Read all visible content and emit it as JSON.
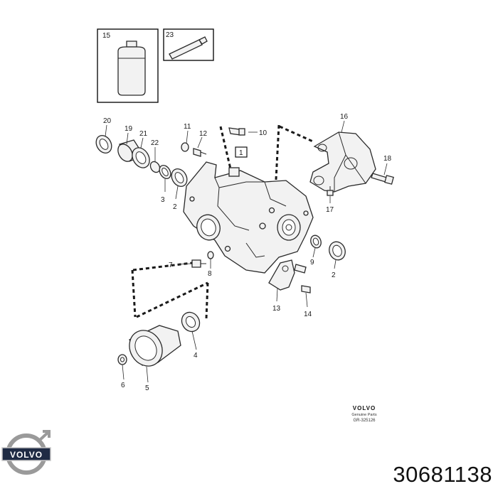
{
  "callouts": [
    {
      "id": "c15",
      "text": "15"
    },
    {
      "id": "c23",
      "text": "23"
    },
    {
      "id": "c20",
      "text": "20"
    },
    {
      "id": "c19",
      "text": "19"
    },
    {
      "id": "c21",
      "text": "21"
    },
    {
      "id": "c22",
      "text": "22"
    },
    {
      "id": "c11",
      "text": "11"
    },
    {
      "id": "c12",
      "text": "12"
    },
    {
      "id": "c10",
      "text": "10"
    },
    {
      "id": "c1",
      "text": "1"
    },
    {
      "id": "c16",
      "text": "16"
    },
    {
      "id": "c18",
      "text": "18"
    },
    {
      "id": "c17",
      "text": "17"
    },
    {
      "id": "c3",
      "text": "3"
    },
    {
      "id": "c2a",
      "text": "2"
    },
    {
      "id": "c7",
      "text": "7"
    },
    {
      "id": "c8",
      "text": "8"
    },
    {
      "id": "c9",
      "text": "9"
    },
    {
      "id": "c2b",
      "text": "2"
    },
    {
      "id": "c13",
      "text": "13"
    },
    {
      "id": "c14",
      "text": "14"
    },
    {
      "id": "c4",
      "text": "4"
    },
    {
      "id": "c6",
      "text": "6"
    },
    {
      "id": "c5",
      "text": "5"
    }
  ],
  "brand_stamp": {
    "brand": "VOLVO",
    "line1": "Genuine Parts",
    "line2": "GR-325126"
  },
  "logo": {
    "text": "VOLVO"
  },
  "part_number": "30681138",
  "colors": {
    "ink": "#1a1a1a",
    "fill": "#f2f2f2"
  }
}
